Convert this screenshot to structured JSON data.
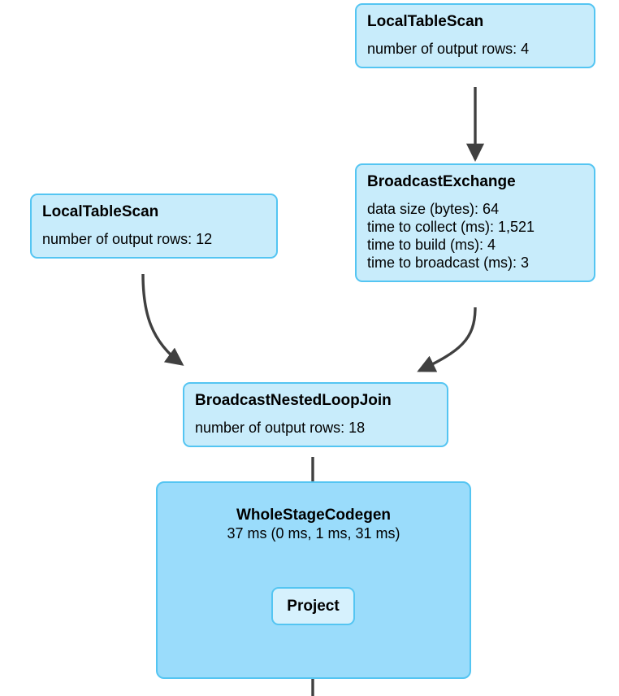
{
  "diagram": {
    "type": "spark-sql-physical-plan",
    "background_color": "#ffffff",
    "node_fill": "#c8ecfb",
    "node_border": "#54c5f2",
    "cluster_fill": "#9adcfb",
    "inner_node_fill": "#d6f1fd",
    "edge_color": "#404040"
  },
  "nodes": {
    "local_table_scan_top": {
      "title": "LocalTableScan",
      "metrics": [
        "number of output rows: 4"
      ]
    },
    "broadcast_exchange": {
      "title": "BroadcastExchange",
      "metrics": [
        "data size (bytes): 64",
        "time to collect (ms): 1,521",
        "time to build (ms): 4",
        "time to broadcast (ms): 3"
      ]
    },
    "local_table_scan_left": {
      "title": "LocalTableScan",
      "metrics": [
        "number of output rows: 12"
      ]
    },
    "broadcast_nested_loop_join": {
      "title": "BroadcastNestedLoopJoin",
      "metrics": [
        "number of output rows: 18"
      ]
    },
    "whole_stage_codegen": {
      "title": "WholeStageCodegen",
      "duration": "37 ms (0 ms, 1 ms, 31 ms)"
    },
    "project": {
      "title": "Project"
    }
  }
}
